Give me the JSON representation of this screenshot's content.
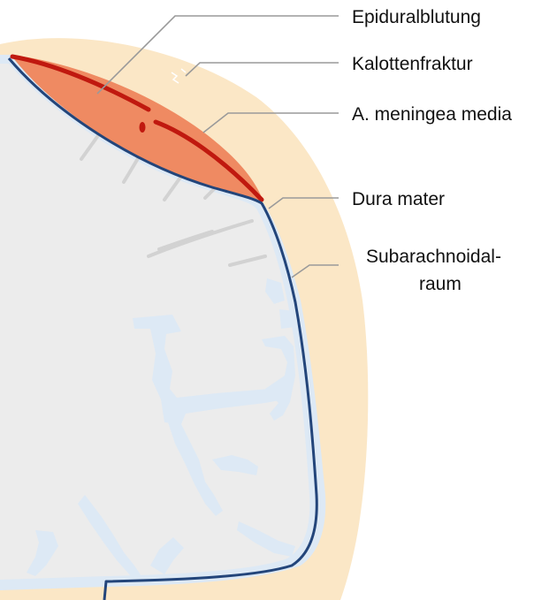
{
  "labels": {
    "epidural": "Epiduralblutung",
    "fracture": "Kalottenfraktur",
    "artery": "A. meningea media",
    "dura": "Dura mater",
    "subarachnoid_line1": "Subarachnoidal-",
    "subarachnoid_line2": "raum"
  },
  "colors": {
    "skull": "#fbe7c6",
    "brain": "#ececec",
    "sulci": "#dde9f5",
    "dura": "#23457a",
    "hematoma": "#ef8a62",
    "artery": "#c0190f",
    "leader": "#9a9a9a"
  }
}
